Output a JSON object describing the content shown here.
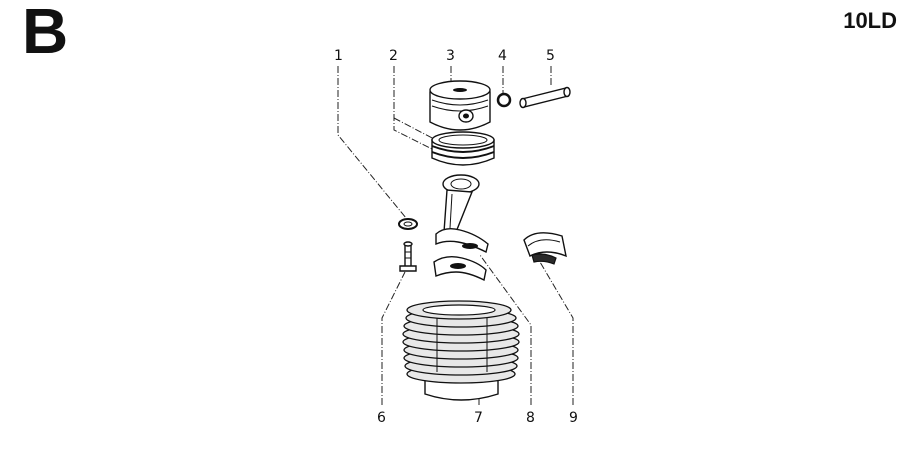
{
  "header": {
    "section_letter": "B",
    "model_code": "10LD"
  },
  "callouts": [
    "1",
    "2",
    "3",
    "4",
    "5",
    "6",
    "7",
    "8",
    "9"
  ]
}
